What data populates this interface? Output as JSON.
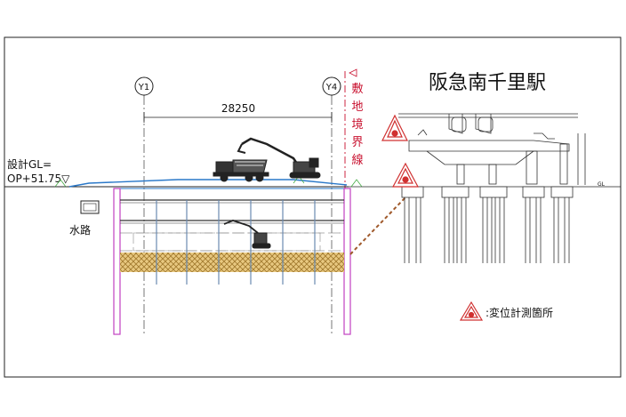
{
  "grid_labels": {
    "left": "Y1",
    "right": "Y4"
  },
  "dimension": "28250",
  "boundary_label": [
    "敷",
    "地",
    "境",
    "界",
    "線"
  ],
  "station_name": "阪急南千里駅",
  "ground_level": {
    "line1": "設計GL=",
    "line2": "OP+51.75▽"
  },
  "waterway_label": "水路",
  "legend_text": ":変位計測箇所",
  "gl_mark": "GL",
  "colors": {
    "boundary": "#c8102e",
    "wall": "#c040c0",
    "measure": "#d03030",
    "soil": "#e0c078",
    "water_line": "#2a78c8",
    "slope_dash": "#a05a2c"
  }
}
